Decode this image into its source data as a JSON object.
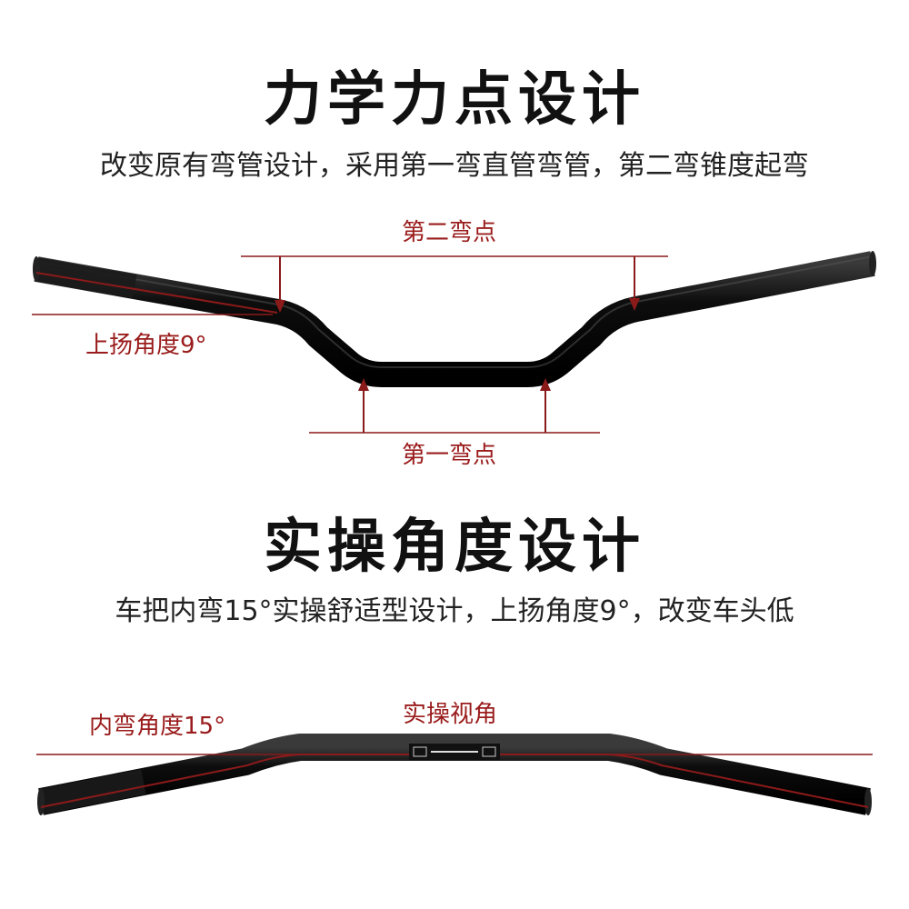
{
  "section1": {
    "title": "力学力点设计",
    "subtitle": "改变原有弯管设计，采用第一弯直管弯管，第二弯锥度起弯",
    "label_second_bend": "第二弯点",
    "label_rise_angle": "上扬角度9°",
    "label_first_bend": "第一弯点"
  },
  "section2": {
    "title": "实操角度设计",
    "subtitle": "车把内弯15°实操舒适型设计，上扬角度9°，改变车头低",
    "label_inner_angle": "内弯角度15°",
    "label_view": "实操视角"
  },
  "colors": {
    "guide_red": "#8b1a1a",
    "label_red": "#9a1c1c",
    "bar_black": "#0d0d0d"
  }
}
